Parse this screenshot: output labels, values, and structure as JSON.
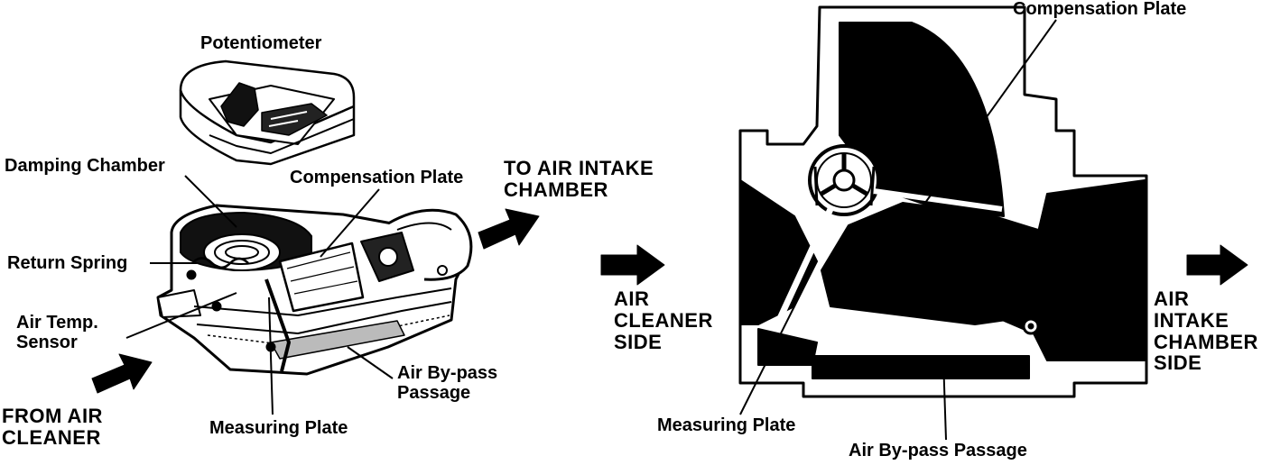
{
  "left_diagram": {
    "labels": {
      "potentiometer": "Potentiometer",
      "damping_chamber": "Damping Chamber",
      "compensation_plate": "Compensation Plate",
      "return_spring": "Return Spring",
      "air_temp_sensor": "Air Temp.\nSensor",
      "from_air_cleaner": "FROM AIR\nCLEANER",
      "measuring_plate": "Measuring Plate",
      "air_bypass_passage": "Air By-pass\nPassage",
      "to_air_intake_chamber": "TO AIR INTAKE\nCHAMBER"
    }
  },
  "right_diagram": {
    "labels": {
      "compensation_plate": "Compensation Plate",
      "air_cleaner_side": "AIR\nCLEANER\nSIDE",
      "air_intake_chamber_side": "AIR\nINTAKE\nCHAMBER\nSIDE",
      "measuring_plate": "Measuring Plate",
      "air_bypass_passage": "Air By-pass Passage"
    }
  },
  "colors": {
    "ink": "#000000",
    "paper": "#ffffff",
    "gray": "#8a8a8a"
  }
}
